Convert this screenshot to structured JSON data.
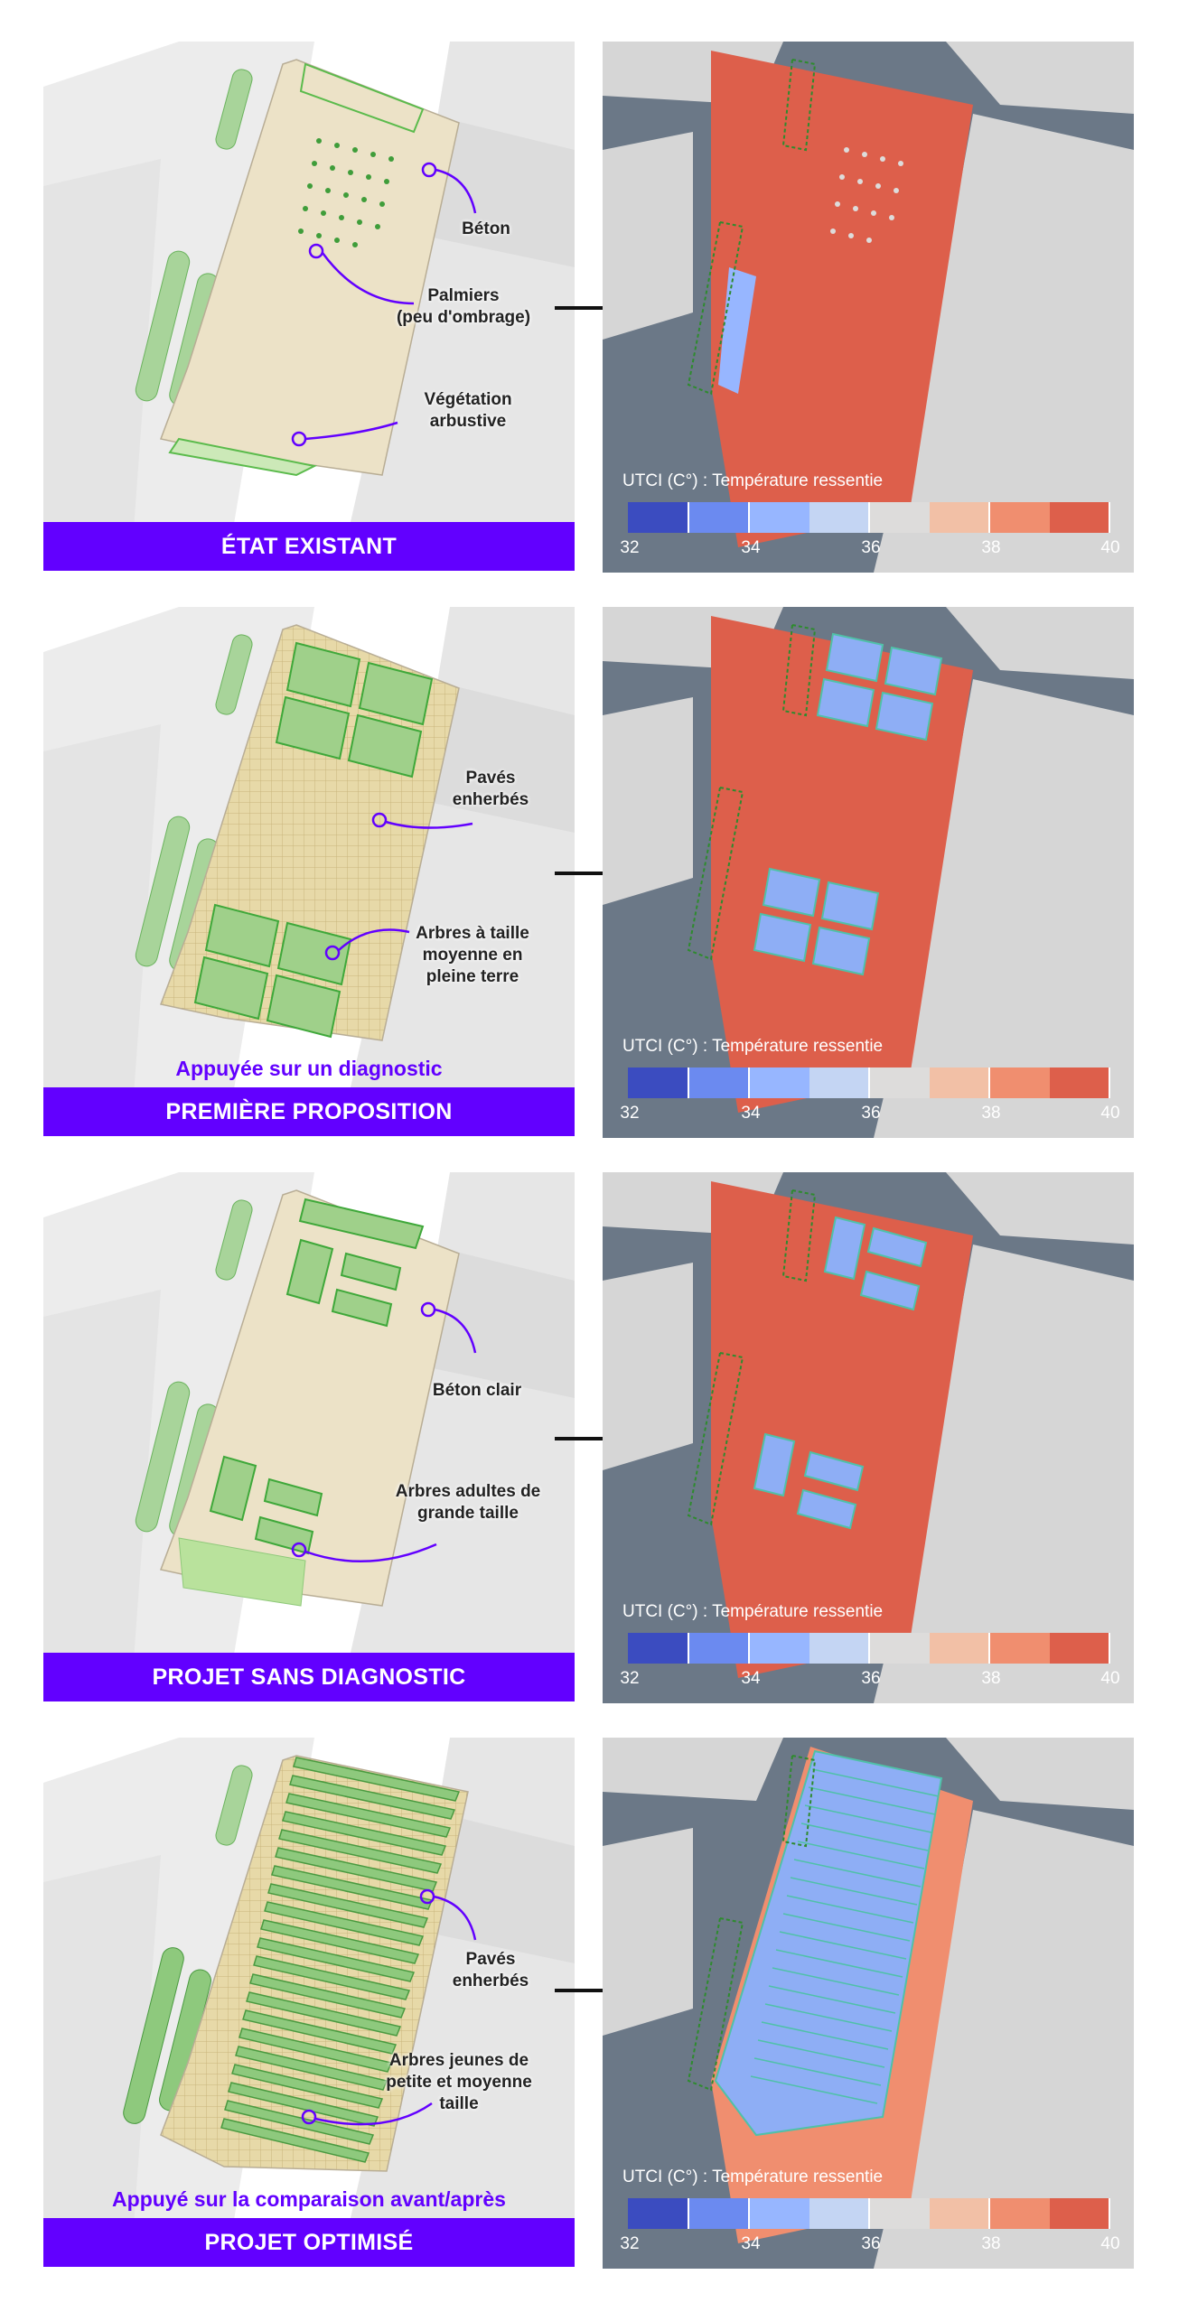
{
  "colors": {
    "accent": "#6200ff",
    "plan_ground": "#ece8e0",
    "concrete": "#ece2c7",
    "vegetation": "#9fd08a",
    "vegetation_stroke": "#3fa83a",
    "map_bg": "#6b7887",
    "buildings": "#d6d6d6",
    "hot": "#dd5f4b",
    "cool": "#8eaef5"
  },
  "legend": {
    "title": "UTCI (C°) : Température ressentie",
    "ticks": [
      "32",
      "34",
      "36",
      "38",
      "40"
    ],
    "colors": [
      "#3b4cc0",
      "#6b8af0",
      "#97b6ff",
      "#c4d5f3",
      "#dddcdb",
      "#f2c0a6",
      "#f08e6f",
      "#dd5f4b"
    ]
  },
  "panels": [
    {
      "title": "ÉTAT EXISTANT",
      "subtitle": "",
      "labels": [
        "Béton",
        "Palmiers\n(peu d'ombrage)",
        "Végétation\narbustive"
      ]
    },
    {
      "title": "PREMIÈRE PROPOSITION",
      "subtitle": "Appuyée sur un diagnostic",
      "labels": [
        "Pavés\nenherbés",
        "Arbres à taille\nmoyenne en\npleine terre"
      ]
    },
    {
      "title": "PROJET SANS DIAGNOSTIC",
      "subtitle": "",
      "labels": [
        "Béton clair",
        "Arbres adultes de\ngrande taille"
      ]
    },
    {
      "title": "PROJET OPTIMISÉ",
      "subtitle": "Appuyé sur la comparaison avant/après",
      "labels": [
        "Pavés\nenherbés",
        "Arbres jeunes de\npetite et moyenne\ntaille"
      ]
    }
  ]
}
